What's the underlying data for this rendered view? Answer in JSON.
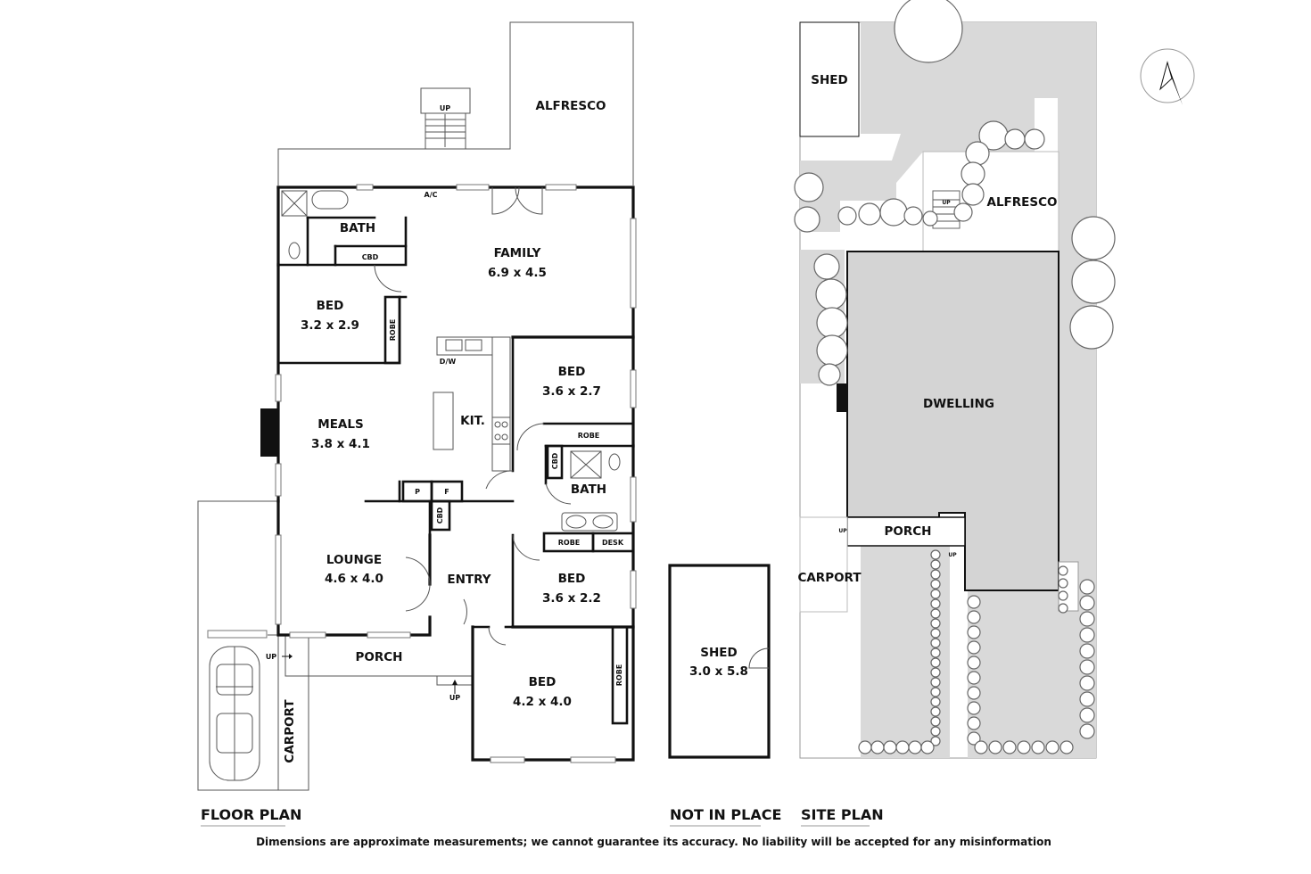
{
  "floor_plan": {
    "caption": "FLOOR PLAN",
    "rooms": {
      "alfresco": "ALFRESCO",
      "bath1": "BATH",
      "family": {
        "name": "FAMILY",
        "dims": "6.9 x 4.5"
      },
      "bed1": {
        "name": "BED",
        "dims": "3.2 x 2.9"
      },
      "bed2": {
        "name": "BED",
        "dims": "3.6 x 2.7"
      },
      "meals": {
        "name": "MEALS",
        "dims": "3.8 x 4.1"
      },
      "kitchen": "KIT.",
      "bath2": "BATH",
      "lounge": {
        "name": "LOUNGE",
        "dims": "4.6 x 4.0"
      },
      "entry": "ENTRY",
      "bed3": {
        "name": "BED",
        "dims": "3.6 x 2.2"
      },
      "bed4": {
        "name": "BED",
        "dims": "4.2 x 4.0"
      },
      "porch": "PORCH",
      "carport": "CARPORT"
    },
    "small_labels": {
      "up_alfresco": "UP",
      "ac": "A/C",
      "cbd_bath": "CBD",
      "robe_bed1": "ROBE",
      "dw": "D/W",
      "robe_bed2": "ROBE",
      "cbd_bath2": "CBD",
      "p": "P",
      "f": "F",
      "cbd_entry": "CBD",
      "robe_bed3": "ROBE",
      "desk": "DESK",
      "robe_bed4": "ROBE",
      "up_porch": "UP",
      "up_carport": "UP"
    }
  },
  "shed_plan": {
    "caption": "NOT IN PLACE",
    "name": "SHED",
    "dims": "3.0 x 5.8"
  },
  "site_plan": {
    "caption": "SITE PLAN",
    "labels": {
      "shed": "SHED",
      "alfresco": "ALFRESCO",
      "dwelling": "DWELLING",
      "porch": "PORCH",
      "carport": "CARPORT",
      "up_a": "UP",
      "up_b": "UP",
      "up_c": "UP"
    }
  },
  "disclaimer": "Dimensions are approximate measurements; we cannot guarantee its accuracy. No liability will be accepted for any misinformation",
  "colors": {
    "wall": "#111111",
    "site_fill": "#d9d9d9",
    "dwelling_fill": "#d4d4d4"
  }
}
